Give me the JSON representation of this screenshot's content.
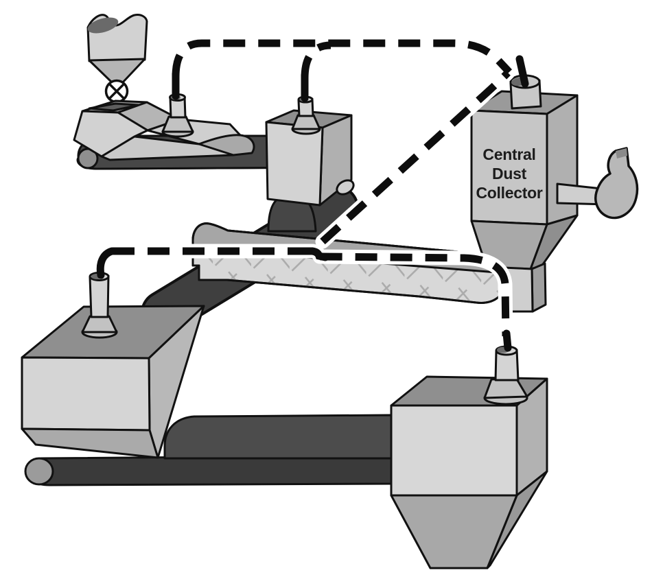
{
  "diagram": {
    "type": "industrial-dust-collection-schematic",
    "collector": {
      "label_line1": "Central",
      "label_line2": "Dust",
      "label_line3": "Collector"
    },
    "components": [
      "feed-hopper-with-rotary-valve",
      "feed-hood-on-top-conveyor",
      "top-conveyor-belt",
      "transfer-box-enclosure",
      "inclined-transfer-belt",
      "screen-conveyor-with-mesh-deck",
      "discharge-hood-on-bottom-conveyor",
      "bottom-conveyor-belt",
      "receiving-hopper-bin",
      "central-dust-collector-with-fan",
      "dust-pickup-nozzles",
      "dashed-duct-trunk-lines"
    ],
    "palette": {
      "outline": "#111111",
      "light_face": "#d6d6d6",
      "mid_face": "#b2b2b2",
      "dark_face": "#8f8f8f",
      "interior_dark": "#5e5e5e",
      "belt_dark": "#454545",
      "belt_darker": "#363636",
      "deck_light": "#d8d8d8",
      "hatch_gray": "#ababab",
      "duct_black": "#0d0d0d",
      "duct_casing": "#ffffff",
      "label_text": "#1c1c1c",
      "background": "#ffffff"
    }
  }
}
